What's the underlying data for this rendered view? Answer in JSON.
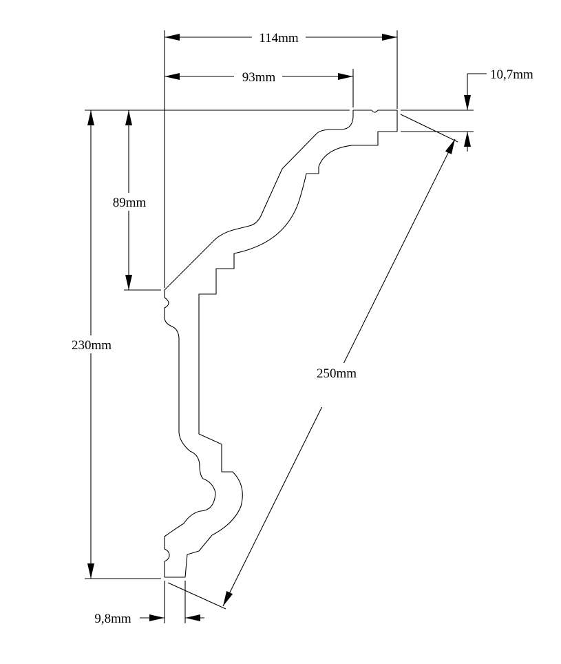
{
  "drawing": {
    "dimensions": {
      "overall_width": "114mm",
      "projection_width": "93mm",
      "top_lip": "10,7mm",
      "upper_height": "89mm",
      "overall_height": "230mm",
      "diagonal": "250mm",
      "bottom_lip": "9,8mm"
    },
    "colors": {
      "line": "#000000",
      "background": "#ffffff"
    }
  }
}
